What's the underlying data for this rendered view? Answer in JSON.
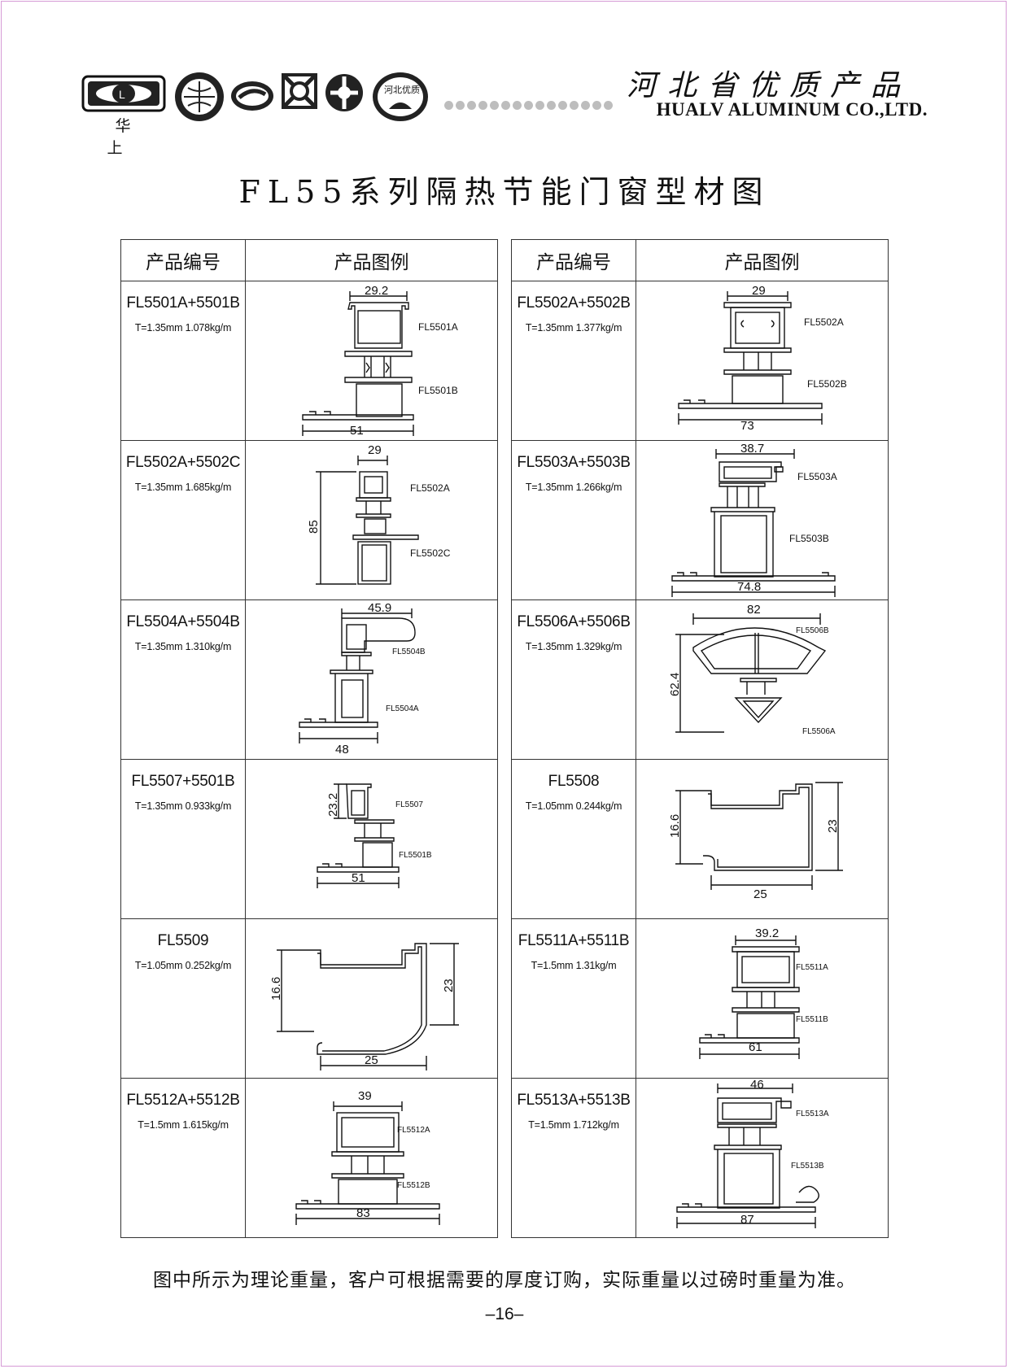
{
  "header": {
    "logo_caption": "华 上",
    "badge_text": "河北优质",
    "quality_title": "河北省优质产品",
    "company": "HUALV ALUMINUM CO.,LTD."
  },
  "title": "FL55系列隔热节能门窗型材图",
  "table_headers": {
    "code": "产品编号",
    "figure": "产品图例"
  },
  "products": [
    {
      "code": "FL5501A+5501B",
      "spec": "T=1.35mm 1.078kg/m",
      "dims": [
        "29.2",
        "51"
      ],
      "parts": [
        "FL5501A",
        "FL5501B"
      ]
    },
    {
      "code": "FL5502A+5502B",
      "spec": "T=1.35mm 1.377kg/m",
      "dims": [
        "29",
        "73"
      ],
      "parts": [
        "FL5502A",
        "FL5502B"
      ]
    },
    {
      "code": "FL5502A+5502C",
      "spec": "T=1.35mm 1.685kg/m",
      "dims": [
        "29",
        "85"
      ],
      "parts": [
        "FL5502A",
        "FL5502C"
      ]
    },
    {
      "code": "FL5503A+5503B",
      "spec": "T=1.35mm 1.266kg/m",
      "dims": [
        "38.7",
        "74.8"
      ],
      "parts": [
        "FL5503A",
        "FL5503B"
      ]
    },
    {
      "code": "FL5504A+5504B",
      "spec": "T=1.35mm 1.310kg/m",
      "dims": [
        "45.9",
        "48"
      ],
      "parts": [
        "FL5504B",
        "FL5504A"
      ]
    },
    {
      "code": "FL5506A+5506B",
      "spec": "T=1.35mm 1.329kg/m",
      "dims": [
        "82",
        "62.4"
      ],
      "parts": [
        "FL5506B",
        "FL5506A"
      ]
    },
    {
      "code": "FL5507+5501B",
      "spec": "T=1.35mm 0.933kg/m",
      "dims": [
        "23.2",
        "51"
      ],
      "parts": [
        "FL5507",
        "FL5501B"
      ]
    },
    {
      "code": "FL5508",
      "spec": "T=1.05mm 0.244kg/m",
      "dims": [
        "16.6",
        "23",
        "25"
      ],
      "parts": []
    },
    {
      "code": "FL5509",
      "spec": "T=1.05mm 0.252kg/m",
      "dims": [
        "16.6",
        "23",
        "25"
      ],
      "parts": []
    },
    {
      "code": "FL5511A+5511B",
      "spec": "T=1.5mm 1.31kg/m",
      "dims": [
        "39.2",
        "61"
      ],
      "parts": [
        "FL5511A",
        "FL5511B"
      ]
    },
    {
      "code": "FL5512A+5512B",
      "spec": "T=1.5mm 1.615kg/m",
      "dims": [
        "39",
        "83"
      ],
      "parts": [
        "FL5512A",
        "FL5512B"
      ]
    },
    {
      "code": "FL5513A+5513B",
      "spec": "T=1.5mm 1.712kg/m",
      "dims": [
        "46",
        "87"
      ],
      "parts": [
        "FL5513A",
        "FL5513B"
      ]
    }
  ],
  "footnote": "图中所示为理论重量，客户可根据需要的厚度订购，实际重量以过磅时重量为准。",
  "page_number": "–16–"
}
